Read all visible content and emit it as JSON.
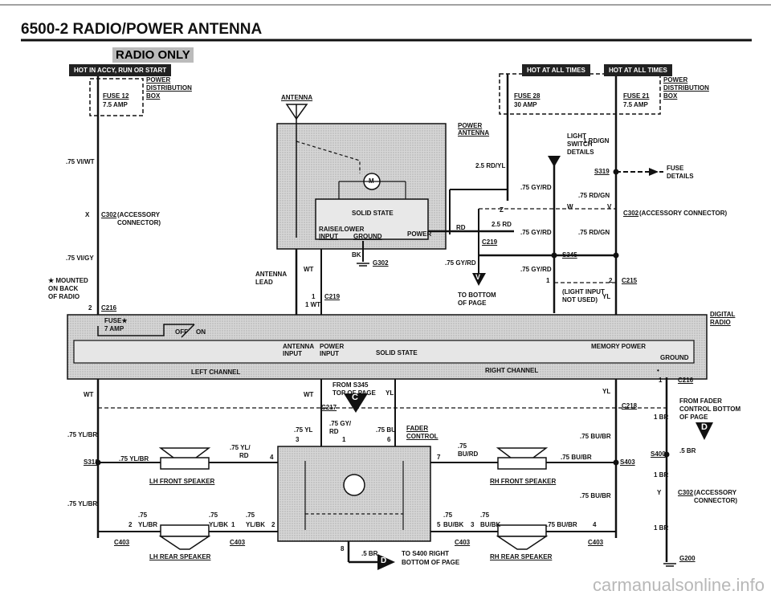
{
  "header": {
    "title": "6500-2  RADIO/POWER ANTENNA",
    "subtitle": "RADIO ONLY"
  },
  "badges": {
    "left": "HOT IN ACCY, RUN OR START",
    "mid": "HOT AT ALL TIMES",
    "right": "HOT AT ALL TIMES"
  },
  "fuse_box_left": {
    "power": "POWER",
    "dist": "DISTRIBUTION",
    "box": "BOX",
    "fuse": "FUSE 12",
    "amp": "7.5 AMP"
  },
  "fuse_box_right": {
    "power": "POWER",
    "dist": "DISTRIBUTION",
    "box": "BOX",
    "fuse28": "FUSE 28",
    "amp28": "30 AMP",
    "fuse21": "FUSE 21",
    "amp21": "7.5 AMP"
  },
  "antenna": {
    "label": "ANTENNA",
    "power_antenna": "POWER",
    "power_antenna2": "ANTENNA",
    "solid_state": "SOLID STATE",
    "raise": "RAISE/LOWER",
    "input": "INPUT",
    "ground": "GROUND",
    "power": "POWER",
    "motor": "M"
  },
  "left_side": {
    "w1": ".75 VI/WT",
    "c302": "C302",
    "c302b": "(ACCESSORY",
    "c302c": "CONNECTOR)",
    "x": "X",
    "w2": ".75 VI/GY",
    "mounted": "★ MOUNTED",
    "mounted2": "ON BACK",
    "mounted3": "OF RADIO",
    "c216": "C216",
    "pin2": "2"
  },
  "mid": {
    "rdyl": "2.5 RD/YL",
    "rd": "RD",
    "rd25": "2.5 RD",
    "c219": "C219",
    "bk": "BK",
    "g302": "G302",
    "gyrd": ".75 GY/RD",
    "to_bottom": "TO BOTTOM",
    "of_page": "OF PAGE",
    "antenna_lead": "ANTENNA",
    "lead": "LEAD",
    "wt": "WT",
    "c219b": "C219",
    "one": "1",
    "onewt": "1 WT",
    "z": "Z",
    "w": "W",
    "v": "V"
  },
  "right_top": {
    "light": "LIGHT",
    "switch": "SWITCH",
    "details": "DETAILS",
    "rdgn": "1 RD/GN",
    "s319": "S319",
    "fuse": "FUSE",
    "fuse_d": "DETAILS",
    "gyrd": ".75 GY/RD",
    "rdgn75": ".75 RD/GN",
    "c302": "C302",
    "c302d": "(ACCESSORY CONNECTOR)",
    "gyrd2": ".75 GY/RD",
    "rdgn2": ".75 RD/GN",
    "s345": "S345",
    "gyrd3": ".75 GY/RD",
    "pin1": "1",
    "pin2": "2",
    "c215": "C215",
    "light_input": "(LIGHT INPUT",
    "not_used": "NOT USED)",
    "yl": "YL"
  },
  "radio": {
    "fuse": "FUSE★",
    "amp": "7 AMP",
    "off": "OFF",
    "on": "ON",
    "ant_in": "ANTENNA",
    "ant_in2": "INPUT",
    "pow_in": "POWER",
    "pow_in2": "INPUT",
    "solid": "SOLID STATE",
    "mem": "MEMORY POWER",
    "ground": "GROUND",
    "left_ch": "LEFT CHANNEL",
    "right_ch": "RIGHT CHANNEL",
    "digital": "DIGITAL",
    "radio": "RADIO"
  },
  "lower": {
    "wt": "WT",
    "wt2": "WT",
    "from_s345": "FROM S345",
    "top_of_page": "TOP OF PAGE",
    "yl": "YL",
    "yl2": "YL",
    "c217": "C217",
    "c218": "C218",
    "c216": "C216",
    "from_fader": "FROM FADER",
    "control_bottom": "CONTROL BOTTOM",
    "of_page": "OF PAGE",
    "brl": "1 BR",
    "ylbr": ".75 YL/BR",
    "ylbr2": ".75 YL/BR",
    "ylrd": ".75 YL/",
    "ylrd2": "RD",
    "yl75": ".75 YL",
    "gy75": ".75 GY/",
    "rd75": "RD",
    "bu75": ".75 BU",
    "fader": "FADER",
    "control": "CONTROL",
    "p3": "3",
    "p1": "1",
    "p6": "6",
    "p4": "4",
    "p7": "7",
    "bu75b": ".75",
    "burd": "BU/RD",
    "bubr": ".75 BU/BR",
    "bubr2": ".75 BU/BR",
    "bubr3": ".75 BU/BR",
    "bubr4": ".75 BU/BR",
    "s313": "S313",
    "s403": "S403",
    "s400": "S400",
    "br5": ".5 BR",
    "br1": "1 BR",
    "br1b": "1 BR",
    "lh_front": "LH FRONT SPEAKER",
    "rh_front": "RH FRONT SPEAKER",
    "lh_rear": "LH REAR SPEAKER",
    "rh_rear": "RH REAR SPEAKER",
    "ylbr_r": "YL/BR",
    "ylbk": "YL/BK",
    "ylbk2": "YL/BK",
    "n75a": ".75",
    "n75b": ".75",
    "n75c": ".75",
    "n2": "2",
    "n1": "1",
    "n2b": "2",
    "bubk": "BU/BK",
    "bubk2": "BU/BK",
    "n75d": ".75",
    "n75e": ".75",
    "n5": "5",
    "n3": "3",
    "n4": "4",
    "c403a": "C403",
    "c403b": "C403",
    "c403c": "C403",
    "c403d": "C403",
    "n8": "8",
    "br5b": ".5 BR",
    "to_s400": "TO S400 RIGHT",
    "bottom_page": "BOTTOM OF PAGE",
    "c302": "C302",
    "c302b": "(ACCESSORY",
    "c302c": "CONNECTOR)",
    "y": "Y",
    "g200": "G200",
    "one": "1",
    "dot": "•"
  },
  "callouts": {
    "c": "C",
    "d": "D",
    "v": "V",
    "d2": "D"
  },
  "watermark": "carmanualsonline.info"
}
